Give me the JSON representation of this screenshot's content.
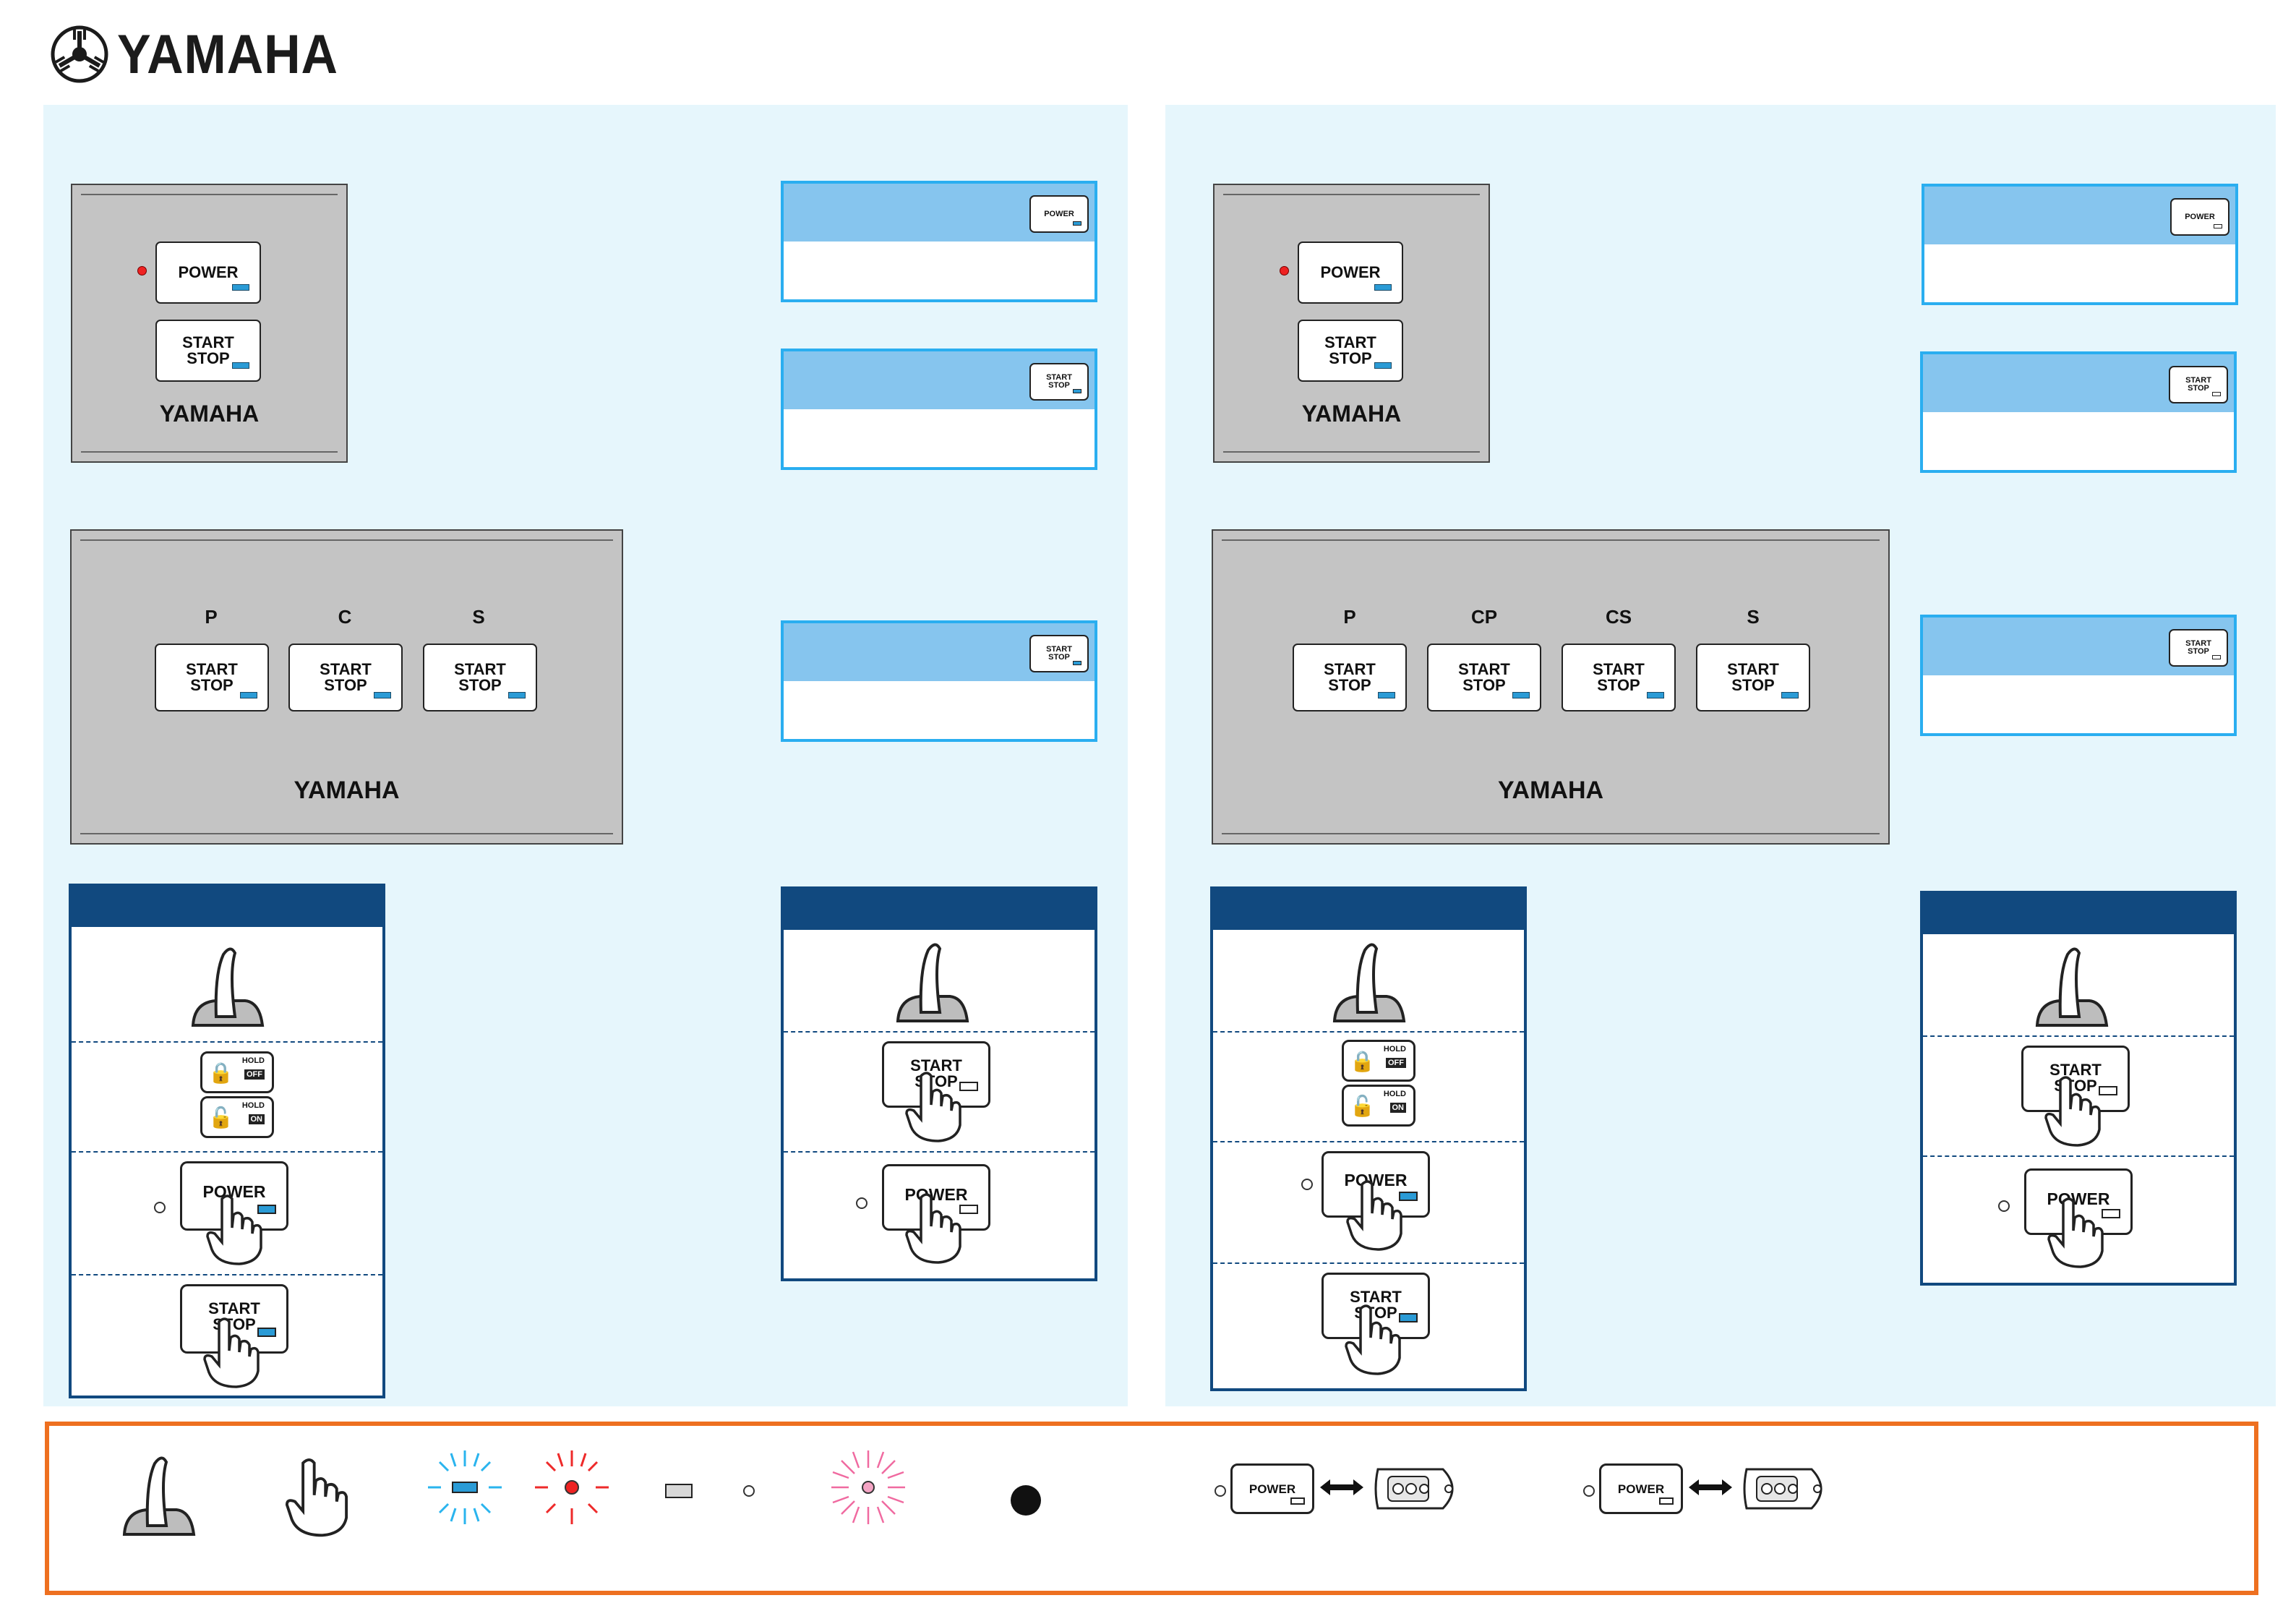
{
  "brand": {
    "logo_text": "YAMAHA",
    "panel_brand": "YAMAHA"
  },
  "colors": {
    "panel_bg": "#e6f6fc",
    "remote_gray": "#c4c4c4",
    "info_border": "#2aaef0",
    "info_header": "#86c5ee",
    "procedure_navy": "#11497f",
    "legend_border": "#ee7020",
    "led_blue": "#2a9bd6",
    "led_red": "#e22222"
  },
  "left_section": {
    "single_remote": {
      "power_label": "POWER",
      "start_stop_label": "START\nSTOP",
      "brand": "YAMAHA"
    },
    "triple_remote": {
      "column_labels": [
        "P",
        "C",
        "S"
      ],
      "button_label": "START\nSTOP",
      "brand": "YAMAHA"
    },
    "info_boxes": [
      {
        "mini_label": "POWER"
      },
      {
        "mini_label": "START\nSTOP"
      },
      {
        "mini_label": "START\nSTOP"
      }
    ],
    "start_procedure": {
      "steps": [
        {
          "icon": "throttle-lever-icon"
        },
        {
          "icon": "hold-switch-icon",
          "hold_text": "HOLD",
          "off_text": "OFF",
          "on_text": "ON"
        },
        {
          "icon": "press-power-icon",
          "label": "POWER"
        },
        {
          "icon": "press-start-stop-icon",
          "label": "START\nSTOP"
        }
      ]
    },
    "stop_procedure": {
      "steps": [
        {
          "icon": "throttle-lever-icon"
        },
        {
          "icon": "press-start-stop-icon",
          "label": "START\nSTOP"
        },
        {
          "icon": "press-power-icon",
          "label": "POWER"
        }
      ]
    }
  },
  "right_section": {
    "single_remote": {
      "power_label": "POWER",
      "start_stop_label": "START\nSTOP",
      "brand": "YAMAHA"
    },
    "quad_remote": {
      "column_labels": [
        "P",
        "CP",
        "CS",
        "S"
      ],
      "button_label": "START\nSTOP",
      "brand": "YAMAHA"
    },
    "info_boxes": [
      {
        "mini_label": "POWER"
      },
      {
        "mini_label": "START\nSTOP"
      },
      {
        "mini_label": "START\nSTOP"
      }
    ],
    "start_procedure": {
      "steps": [
        {
          "icon": "throttle-lever-icon"
        },
        {
          "icon": "hold-switch-icon",
          "hold_text": "HOLD",
          "off_text": "OFF",
          "on_text": "ON"
        },
        {
          "icon": "press-power-icon",
          "label": "POWER"
        },
        {
          "icon": "press-start-stop-icon",
          "label": "START\nSTOP"
        }
      ]
    },
    "stop_procedure": {
      "steps": [
        {
          "icon": "throttle-lever-icon"
        },
        {
          "icon": "press-start-stop-icon",
          "label": "START\nSTOP"
        },
        {
          "icon": "press-power-icon",
          "label": "POWER"
        }
      ]
    }
  },
  "legend": {
    "items": [
      {
        "icon": "throttle-lever-icon"
      },
      {
        "icon": "pointing-hand-icon"
      },
      {
        "icon": "blinking-blue-led-icon"
      },
      {
        "icon": "blinking-red-led-icon"
      },
      {
        "icon": "led-off-icon"
      },
      {
        "icon": "blinking-pink-led-icon"
      },
      {
        "icon": "black-dot-icon"
      },
      {
        "icon": "power-fob-link-icon",
        "label": "POWER"
      },
      {
        "icon": "power-fob-link-icon",
        "label": "POWER"
      }
    ]
  }
}
